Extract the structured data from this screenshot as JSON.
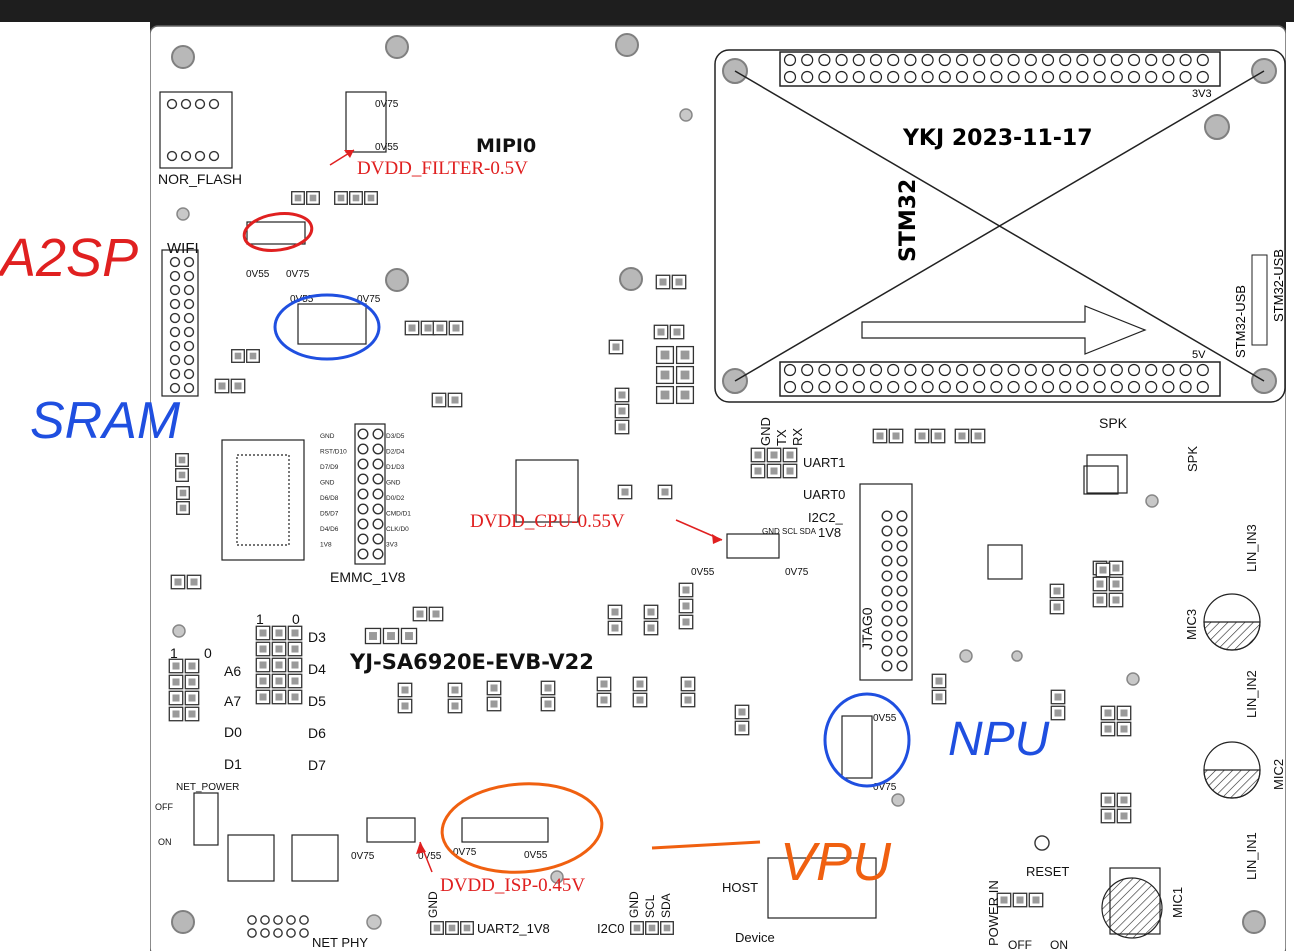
{
  "board": {
    "name": "YJ-SA6920E-EVB-V22",
    "date": "YKJ 2023-11-17",
    "mipi": "MIPI0",
    "stm32": "STM32",
    "stm32_usb": "STM32-USB",
    "emmc": "EMMC_1V8",
    "nor_flash": "NOR_FLASH",
    "wifi": "WIFI",
    "jtag": "JTAG0",
    "uart0": "UART0",
    "uart1": "UART1",
    "uart2": "UART2_1V8",
    "i2c0": "I2C0",
    "i2c2": "I2C2_",
    "i2c2b": "1V8",
    "gnd_scl_sda": "GND SCL SDA",
    "net_power": "NET_POWER",
    "net_phy": "NET PHY",
    "host": "HOST",
    "device": "Device",
    "power_in": "POWER IN",
    "reset": "RESET",
    "spk": "SPK",
    "lin_in1": "LIN_IN1",
    "lin_in2": "LIN_IN2",
    "lin_in3": "LIN_IN3",
    "mic1": "MIC1",
    "mic2": "MIC2",
    "mic3": "MIC3",
    "off": "OFF",
    "on": "ON",
    "v3v3": "3V3",
    "v5v": "5V",
    "gnd": "GND",
    "tx": "TX",
    "rx": "RX",
    "scl": "SCL",
    "sda": "SDA",
    "ov55": "0V55",
    "ov75": "0V75"
  },
  "annotations": {
    "dvdd_filter": "DVDD_FILTER-0.5V",
    "dvdd_cpu": "DVDD_CPU-0.55V",
    "dvdd_isp": "DVDD_ISP-0.45V",
    "a2sp": "A2SP",
    "sram": "SRAM",
    "npu": "NPU",
    "vpu": "VPU"
  },
  "jumper_labels": {
    "j48_1": "1",
    "j48_0": "0",
    "j56_1": "1",
    "j56_0": "0",
    "d3": "D3",
    "d4": "D4",
    "d5": "D5",
    "d6": "D6",
    "d7": "D7",
    "a6": "A6",
    "a7": "A7",
    "d0": "D0",
    "d1": "D1"
  },
  "emmc_pins_left": [
    "GND",
    "RST/D10",
    "D7/D9",
    "GND",
    "D6/D8",
    "D5/D7",
    "D4/D6",
    "1V8"
  ],
  "emmc_pins_right": [
    "D3/D5",
    "D2/D4",
    "D1/D3",
    "GND",
    "D0/D2",
    "CMD/D1",
    "CLK/D0",
    "3V3"
  ]
}
